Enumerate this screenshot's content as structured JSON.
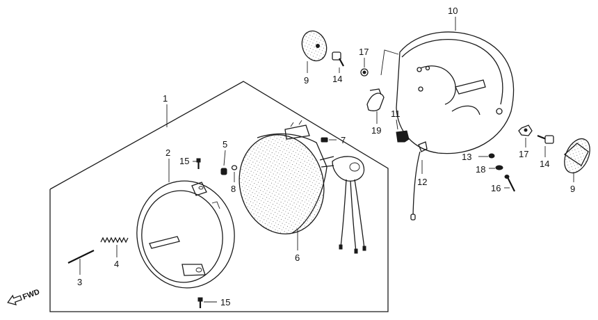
{
  "labels": {
    "p1": "1",
    "p2": "2",
    "p3": "3",
    "p4": "4",
    "p5": "5",
    "p6": "6",
    "p7": "7",
    "p8": "8",
    "p9a": "9",
    "p9b": "9",
    "p10": "10",
    "p11": "11",
    "p12": "12",
    "p13": "13",
    "p14a": "14",
    "p14b": "14",
    "p15a": "15",
    "p15b": "15",
    "p16": "16",
    "p17a": "17",
    "p17b": "17",
    "p18": "18",
    "p19": "19"
  },
  "direction_marker": "FWD",
  "icons": {
    "fwd_arrow": "arrow-left-icon"
  }
}
